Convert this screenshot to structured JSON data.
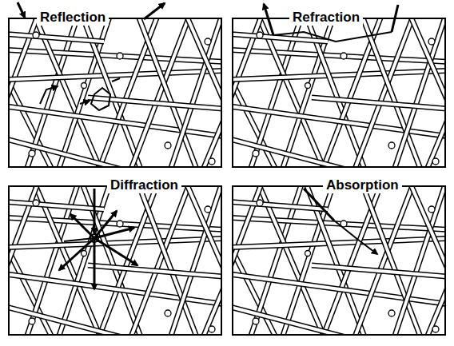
{
  "diagram": {
    "nodes": [
      {
        "text": [
          "Reflection"
        ]
      },
      {
        "text": [
          "Refraction"
        ]
      },
      {
        "text": [
          "Diffraction"
        ]
      },
      {
        "text": [
          "Absorption"
        ]
      }
    ]
  }
}
